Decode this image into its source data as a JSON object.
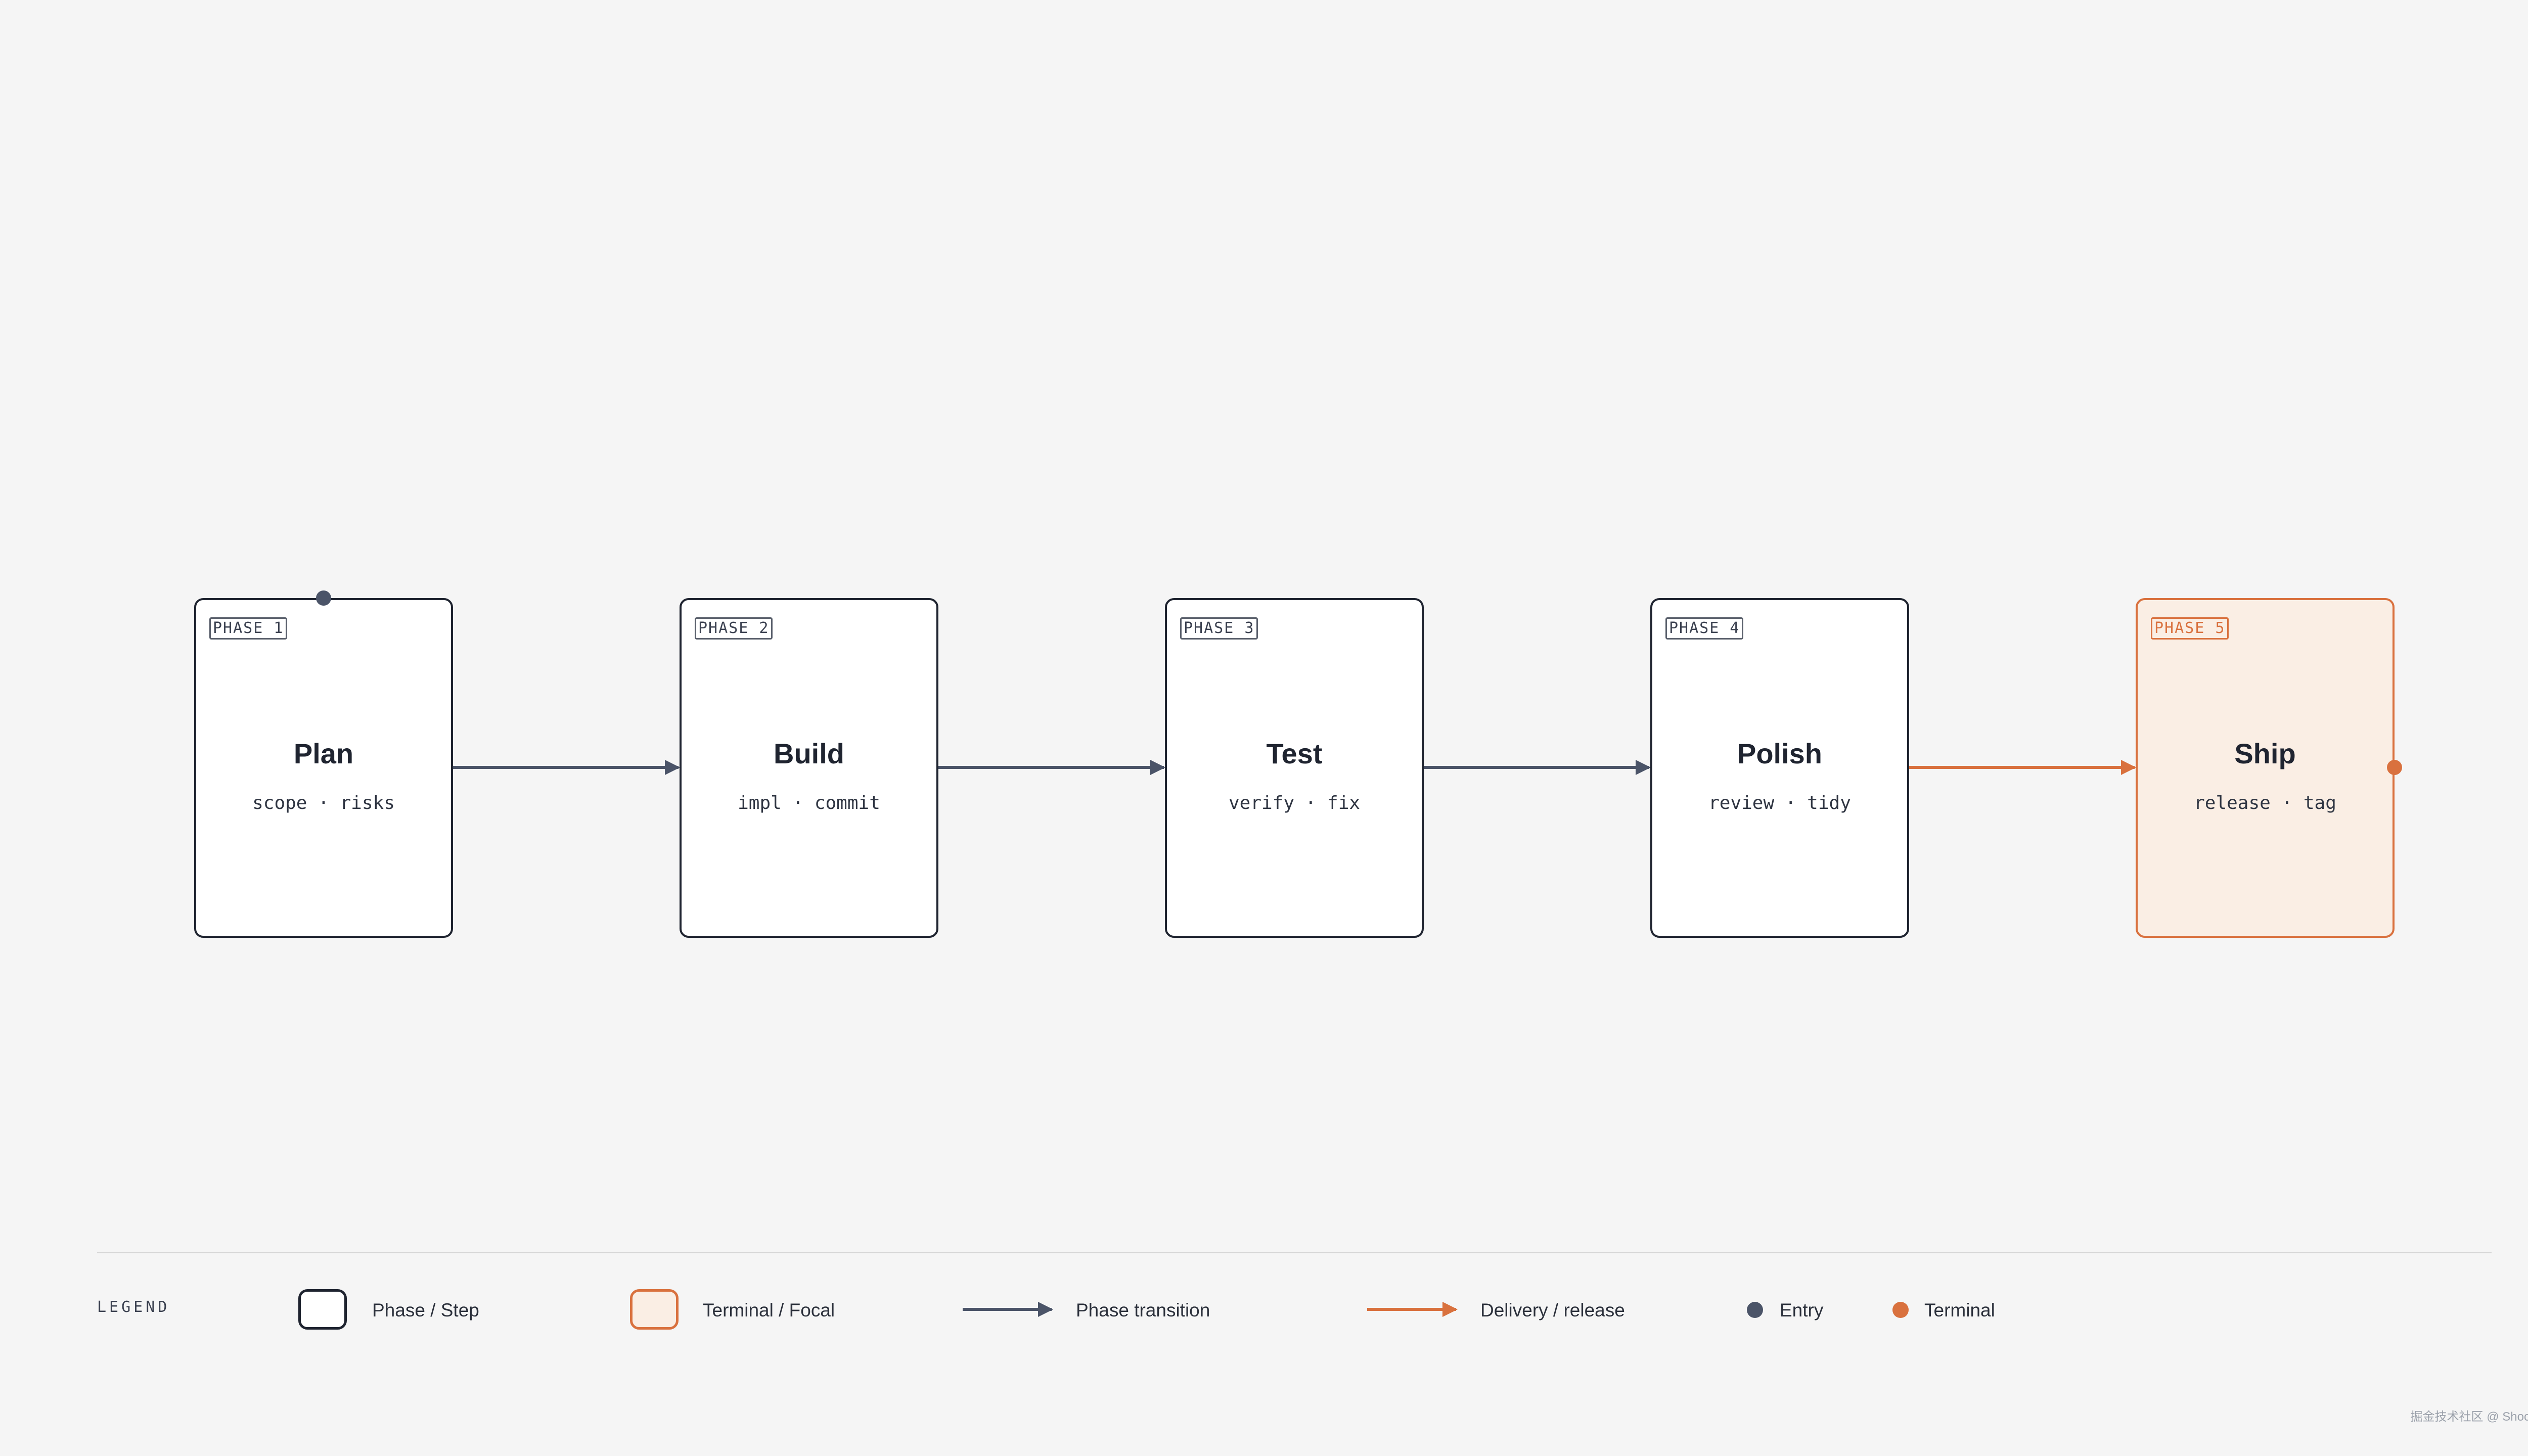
{
  "colors": {
    "background": "#f5f5f5",
    "ink": "#1f2430",
    "transition": "#4b5468",
    "accent": "#d9713e",
    "focal_fill": "#faeee4"
  },
  "phases": [
    {
      "tag": "PHASE 1",
      "title": "Plan",
      "subtitle": "scope · risks",
      "focal": false
    },
    {
      "tag": "PHASE 2",
      "title": "Build",
      "subtitle": "impl · commit",
      "focal": false
    },
    {
      "tag": "PHASE 3",
      "title": "Test",
      "subtitle": "verify · fix",
      "focal": false
    },
    {
      "tag": "PHASE 4",
      "title": "Polish",
      "subtitle": "review · tidy",
      "focal": false
    },
    {
      "tag": "PHASE 5",
      "title": "Ship",
      "subtitle": "release · tag",
      "focal": true
    }
  ],
  "edges": [
    {
      "from": "Plan",
      "to": "Build",
      "kind": "phase-transition"
    },
    {
      "from": "Build",
      "to": "Test",
      "kind": "phase-transition"
    },
    {
      "from": "Test",
      "to": "Polish",
      "kind": "phase-transition"
    },
    {
      "from": "Polish",
      "to": "Ship",
      "kind": "delivery"
    }
  ],
  "markers": {
    "entry_on": "Plan",
    "terminal_on": "Ship"
  },
  "legend": {
    "title": "LEGEND",
    "phase_step": "Phase / Step",
    "terminal_focal": "Terminal / Focal",
    "phase_transition": "Phase transition",
    "delivery_release": "Delivery / release",
    "entry": "Entry",
    "terminal": "Terminal"
  },
  "watermark": "掘金技术社区 @ Shockang"
}
